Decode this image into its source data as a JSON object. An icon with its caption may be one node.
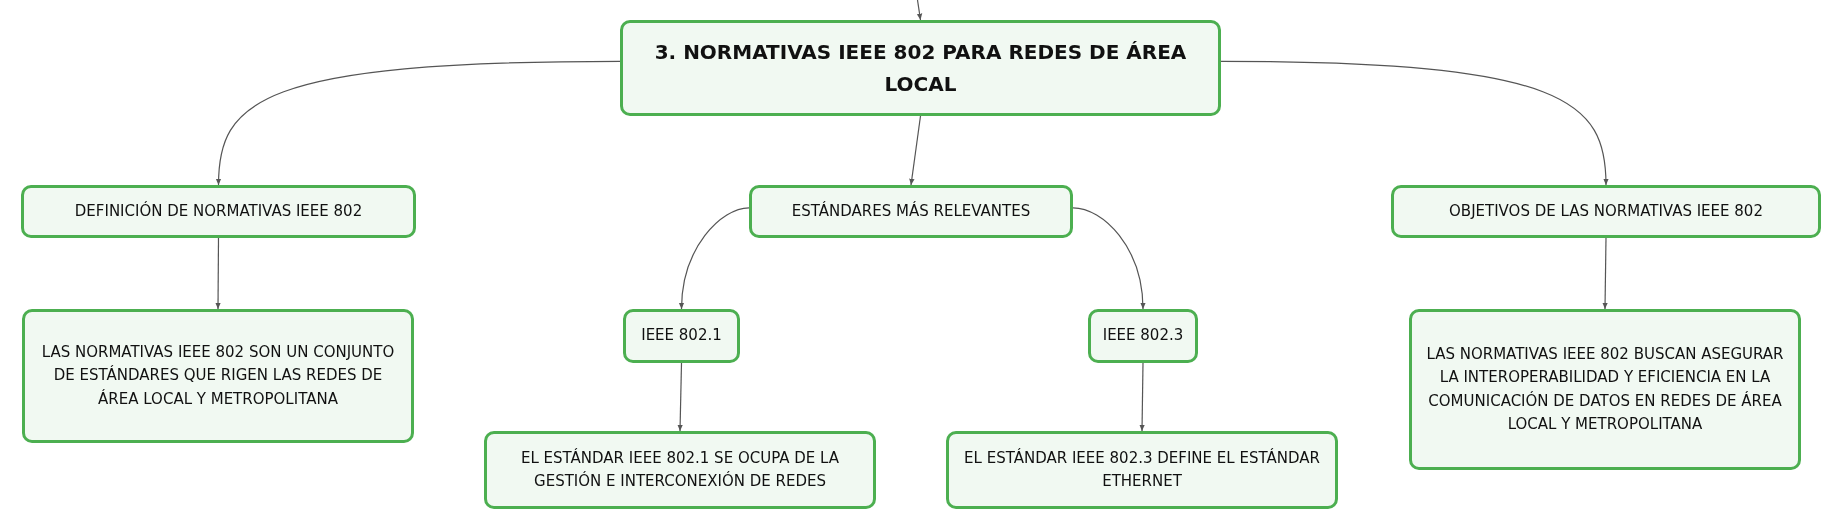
{
  "diagram": {
    "nodes": [
      {
        "text": [
          "3. NORMATIVAS IEEE 802 PARA REDES DE ÁREA LOCAL"
        ]
      },
      {
        "text": [
          "DEFINICIÓN DE NORMATIVAS IEEE 802"
        ]
      },
      {
        "text": [
          "ESTÁNDARES MÁS RELEVANTES"
        ]
      },
      {
        "text": [
          "OBJETIVOS DE LAS NORMATIVAS IEEE 802"
        ]
      },
      {
        "text": [
          "LAS NORMATIVAS IEEE 802 SON UN CONJUNTO DE ESTÁNDARES QUE RIGEN LAS REDES DE ÁREA LOCAL Y METROPOLITANA"
        ]
      },
      {
        "text": [
          "IEEE 802.1"
        ]
      },
      {
        "text": [
          "IEEE 802.3"
        ]
      },
      {
        "text": [
          "LAS NORMATIVAS IEEE 802 BUSCAN ASEGURAR LA INTEROPERABILIDAD Y EFICIENCIA EN LA COMUNICACIÓN DE DATOS EN REDES DE ÁREA LOCAL Y METROPOLITANA"
        ]
      },
      {
        "text": [
          "EL ESTÁNDAR IEEE 802.1 SE OCUPA DE LA GESTIÓN E INTERCONEXIÓN DE REDES"
        ]
      },
      {
        "text": [
          "EL ESTÁNDAR IEEE 802.3 DEFINE EL ESTÁNDAR ETHERNET"
        ]
      }
    ],
    "edges": [
      {
        "from": null,
        "to": 0,
        "arrow": "to"
      },
      {
        "from": 0,
        "to": 1,
        "arrow": "to"
      },
      {
        "from": 0,
        "to": 2,
        "arrow": "to"
      },
      {
        "from": 0,
        "to": 3,
        "arrow": "to"
      },
      {
        "from": 1,
        "to": 4,
        "arrow": "to"
      },
      {
        "from": 2,
        "to": 5,
        "arrow": "to"
      },
      {
        "from": 2,
        "to": 6,
        "arrow": "to"
      },
      {
        "from": 3,
        "to": 7,
        "arrow": "to"
      },
      {
        "from": 5,
        "to": 8,
        "arrow": "to"
      },
      {
        "from": 6,
        "to": 9,
        "arrow": "to"
      }
    ]
  }
}
